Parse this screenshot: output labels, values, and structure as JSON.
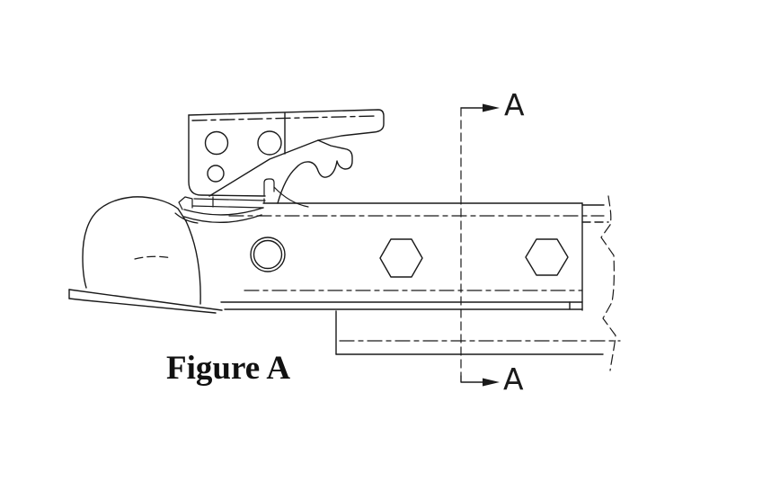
{
  "page": {
    "background": "#ffffff",
    "line_color": "#1a1a1a",
    "text_color": "#111111"
  },
  "figure": {
    "caption": "Figure A"
  },
  "section": {
    "top_label": "A",
    "bottom_label": "A"
  }
}
